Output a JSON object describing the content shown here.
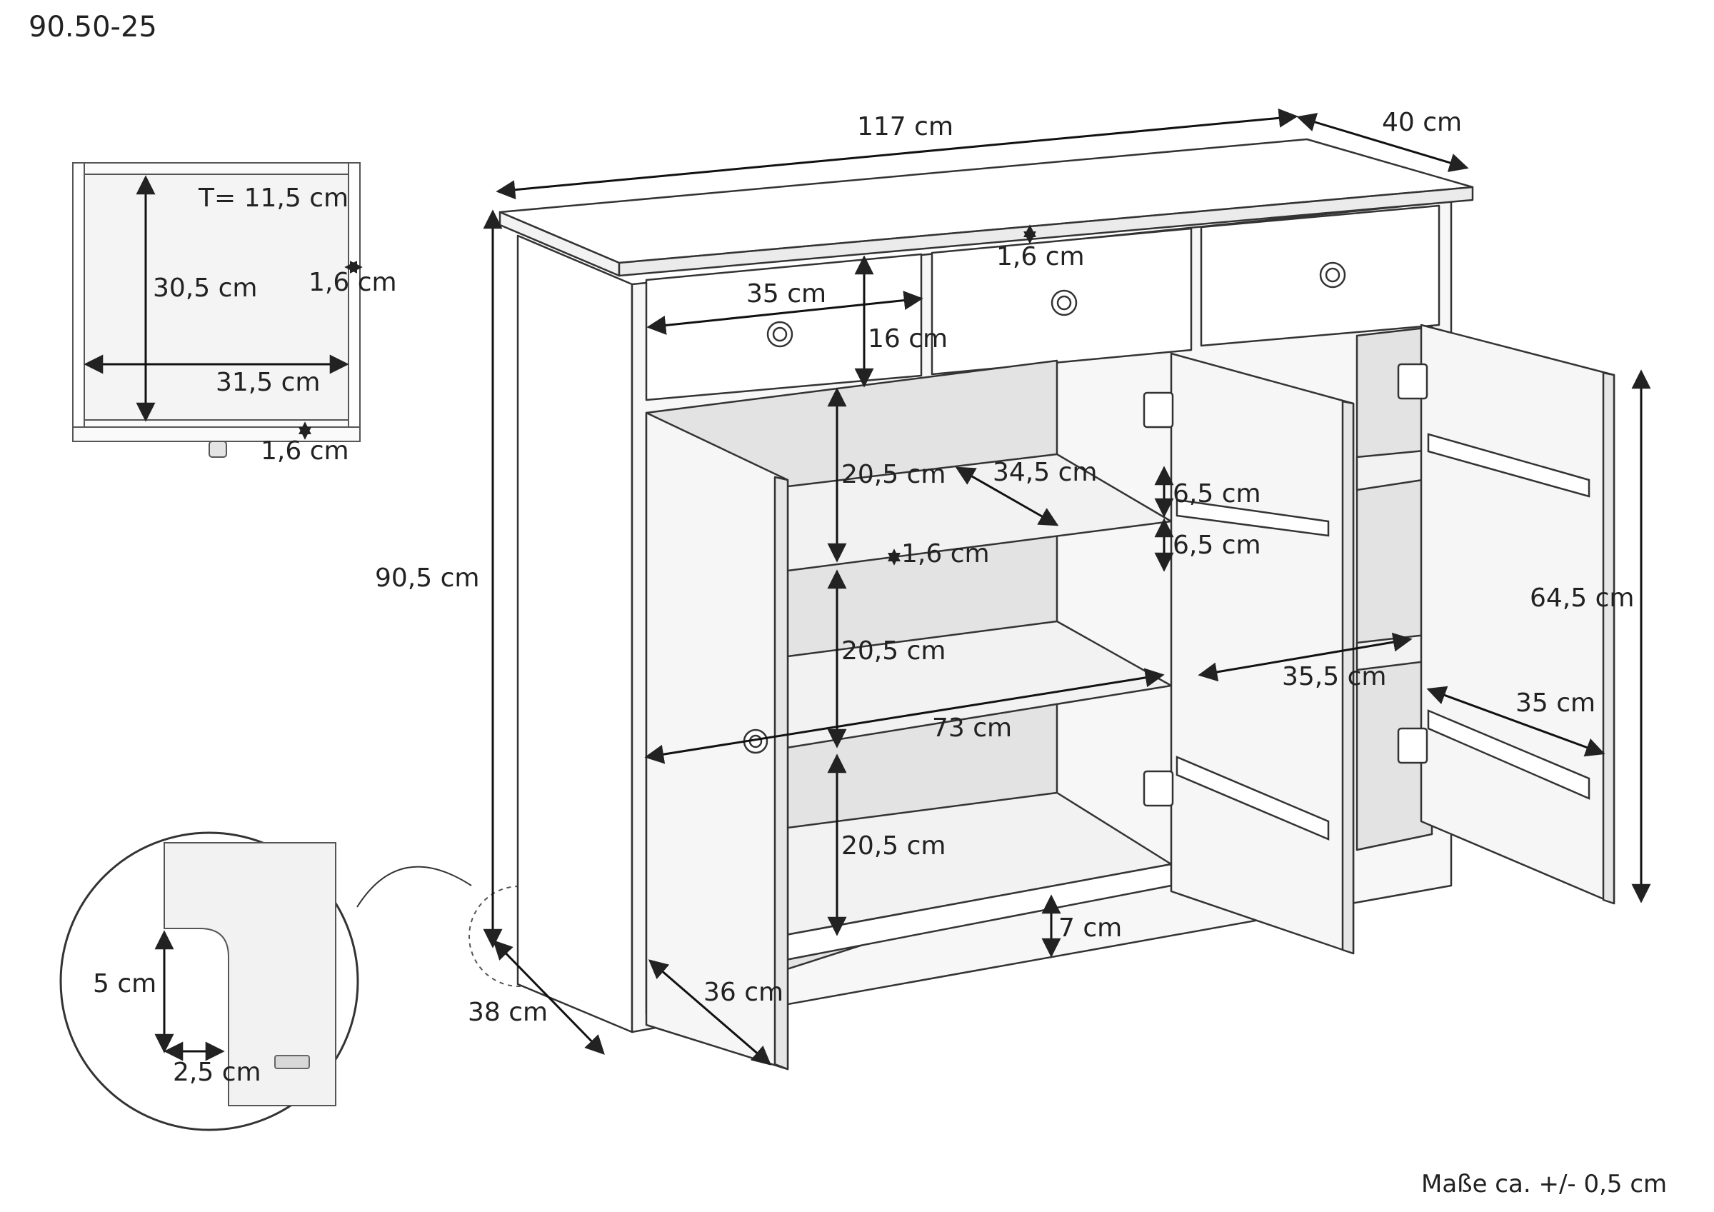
{
  "product_code": "90.50-25",
  "tolerance_note": "Maße ca. +/- 0,5 cm",
  "drawer_detail": {
    "depth": "T= 11,5 cm",
    "height": "30,5 cm",
    "side_thickness": "1,6 cm",
    "width": "31,5 cm",
    "bottom_thickness": "1,6 cm"
  },
  "leg_detail": {
    "height": "5 cm",
    "width": "2,5 cm"
  },
  "cabinet": {
    "total_width": "117 cm",
    "depth": "40 cm",
    "total_height": "90,5 cm",
    "top_thickness": "1,6 cm",
    "drawer_width": "35 cm",
    "drawer_height": "16 cm",
    "compartment_height_top": "20,5 cm",
    "shelf_depth": "34,5 cm",
    "shelf_thickness": "1,6 cm",
    "compartment_height_middle": "20,5 cm",
    "compartment_height_bottom": "20,5 cm",
    "interior_width": "73 cm",
    "door_rail_offset_top": "6,5 cm",
    "door_rail_offset_bottom": "6,5 cm",
    "right_interior_width": "35,5 cm",
    "right_door_width": "35 cm",
    "door_height": "64,5 cm",
    "plinth_height": "7 cm",
    "door_width": "36 cm",
    "side_depth": "38 cm"
  },
  "colors": {
    "line": "#333333",
    "panel": "#ffffff",
    "shade": "#f0f0f0",
    "inner": "#e6e6e6",
    "text": "#222222"
  }
}
